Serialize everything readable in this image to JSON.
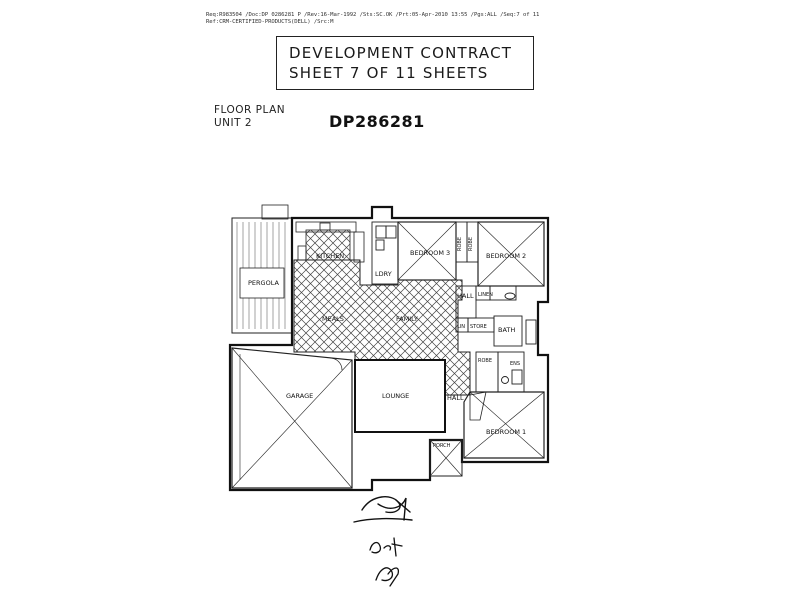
{
  "header": {
    "line1": "Req:R983504 /Doc:DP 0286281 P /Rev:16-Mar-1992 /Sts:SC.OK /Prt:05-Apr-2010 13:55 /Pgs:ALL /Seq:7 of 11",
    "line2": "Ref:CRM-CERTIFIED-PRODUCTS(DELL) /Src:M"
  },
  "title_box": {
    "line1": "DEVELOPMENT CONTRACT",
    "line2": "SHEET 7 OF 11 SHEETS"
  },
  "plan_label": {
    "line1": "FLOOR PLAN",
    "line2": "UNIT 2"
  },
  "plan_number": "DP286281",
  "rooms": {
    "kitchen": "KITCHEN",
    "ldry": "LDRY",
    "bedroom3": "BEDROOM 3",
    "bedroom2": "BEDROOM 2",
    "robe_a": "ROBE",
    "robe_b": "ROBE",
    "pergola": "PERGOLA",
    "meals": "MEALS",
    "family": "FAMILY",
    "hall_upper": "HALL",
    "linen": "LINEN",
    "lin": "LIN",
    "store": "STORE",
    "bath": "BATH",
    "robe_c": "ROBE",
    "ens": "ENS",
    "garage": "GARAGE",
    "lounge": "LOUNGE",
    "hall_lower": "HALL",
    "bedroom1": "BEDROOM 1",
    "porch": "PORCH"
  }
}
